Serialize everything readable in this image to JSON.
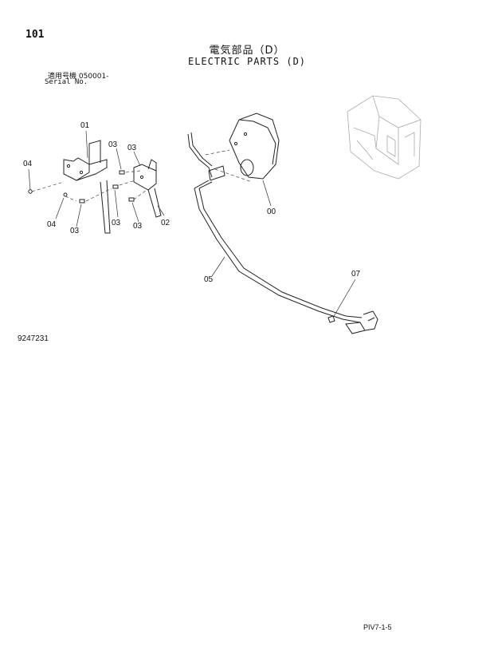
{
  "header": {
    "page_number": "101",
    "title_jp": "電気部品（D）",
    "title_en": "ELECTRIC PARTS (D)",
    "serial_label_jp": "適用号機  050001-",
    "serial_label_en": "Serial No."
  },
  "callouts": {
    "c00": "00",
    "c01": "01",
    "c02": "02",
    "c03a": "03",
    "c03b": "03",
    "c03c": "03",
    "c03d": "03",
    "c03e": "03",
    "c04a": "04",
    "c04b": "04",
    "c05": "05",
    "c07": "07"
  },
  "footer": {
    "drawing_number": "9247231",
    "page_ref": "PIV7-1-5"
  }
}
